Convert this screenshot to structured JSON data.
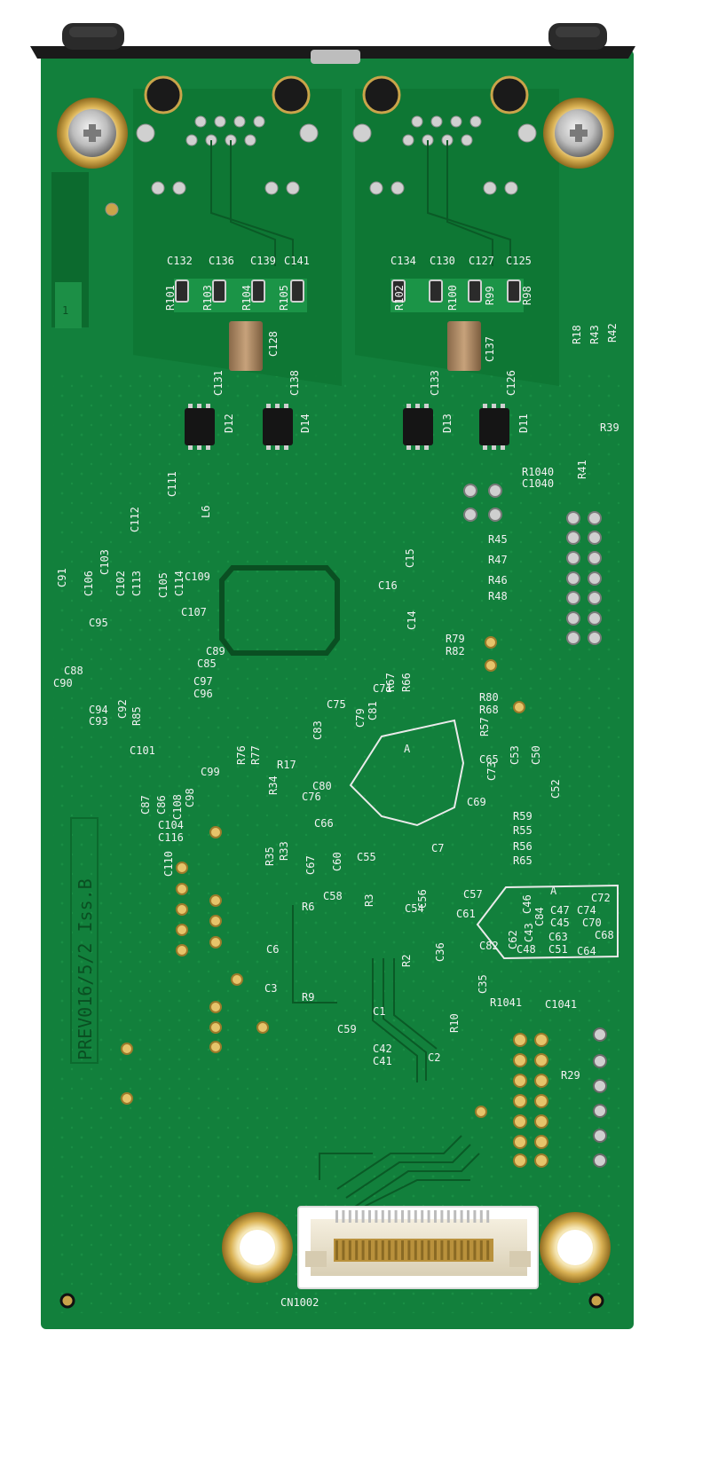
{
  "board": {
    "silkscreen_id": "PREV016/5/2 Iss.B",
    "connector_label": "CN1002",
    "pin_marker": "1",
    "marker_A1": "A",
    "marker_A2": "A"
  },
  "colors": {
    "pcb": "#12803c",
    "pcb_dark": "#0b5f2a",
    "trace": "#0f7434",
    "silk": "#f2f2f2",
    "gold": "#d6b152",
    "bracket": "#1d1d1d"
  },
  "components": {
    "c132": "C132",
    "c136": "C136",
    "c139": "C139",
    "c141": "C141",
    "c134": "C134",
    "c130": "C130",
    "c127": "C127",
    "c125": "C125",
    "r101": "R101",
    "r103": "R103",
    "r104": "R104",
    "r105": "R105",
    "r102": "R102",
    "r100": "R100",
    "r99": "R99",
    "r98": "R98",
    "c128": "C128",
    "c137": "C137",
    "c131": "C131",
    "c138": "C138",
    "c133": "C133",
    "c126": "C126",
    "d12": "D12",
    "d14": "D14",
    "d13": "D13",
    "d11": "D11",
    "r18": "R18",
    "r43": "R43",
    "r42": "R42",
    "r39": "R39",
    "r1040": "R1040",
    "c1040": "C1040",
    "r41": "R41",
    "r45": "R45",
    "r47": "R47",
    "r46": "R46",
    "r48": "R48",
    "c111": "C111",
    "c112": "C112",
    "l6": "L6",
    "c91": "C91",
    "c106": "C106",
    "c103": "C103",
    "c102": "C102",
    "c113": "C113",
    "c105": "C105",
    "c114": "C114",
    "c109": "C109",
    "c107": "C107",
    "c15": "C15",
    "c16": "C16",
    "c14": "C14",
    "c95": "C95",
    "c89": "C89",
    "c85": "C85",
    "c88": "C88",
    "c90": "C90",
    "c97": "C97",
    "c96": "C96",
    "c94": "C94",
    "c93": "C93",
    "c92": "C92",
    "r85": "R85",
    "c101": "C101",
    "r76": "R76",
    "r77": "R77",
    "c99": "C99",
    "r79": "R79",
    "r82": "R82",
    "r80": "R80",
    "r68": "R68",
    "r57": "R57",
    "c71": "C71",
    "r67": "R67",
    "r66": "R66",
    "c75": "C75",
    "c81": "C81",
    "c79": "C79",
    "c83": "C83",
    "r17": "R17",
    "c80": "C80",
    "c65": "C65",
    "c73": "C73",
    "c53": "C53",
    "c50": "C50",
    "c52": "C52",
    "c69": "C69",
    "r59": "R59",
    "r55": "R55",
    "r56": "R56",
    "r65": "R65",
    "c87": "C87",
    "c86": "C86",
    "c108": "C108",
    "c98": "C98",
    "c104": "C104",
    "c116": "C116",
    "c110": "C110",
    "r34": "R34",
    "c76": "C76",
    "c66": "C66",
    "r35": "R35",
    "r33": "R33",
    "c67": "C67",
    "c60": "C60",
    "c55": "C55",
    "c7": "C7",
    "c58": "C58",
    "r6": "R6",
    "r3": "R3",
    "c56": "C56",
    "c54": "C54",
    "c57": "C57",
    "c61": "C61",
    "c46": "C46",
    "c47": "C47",
    "c74": "C74",
    "c72": "C72",
    "c84": "C84",
    "c45": "C45",
    "c70": "C70",
    "c68": "C68",
    "c62": "C62",
    "c43": "C43",
    "c63": "C63",
    "c82": "C82",
    "c48": "C48",
    "c51": "C51",
    "c64": "C64",
    "c6": "C6",
    "c36": "C36",
    "r2": "R2",
    "c3": "C3",
    "r9": "R9",
    "c35": "C35",
    "r1041": "R1041",
    "c1041": "C1041",
    "c1": "C1",
    "r10": "R10",
    "c59": "C59",
    "c42": "C42",
    "c41": "C41",
    "c2": "C2",
    "r29": "R29"
  }
}
